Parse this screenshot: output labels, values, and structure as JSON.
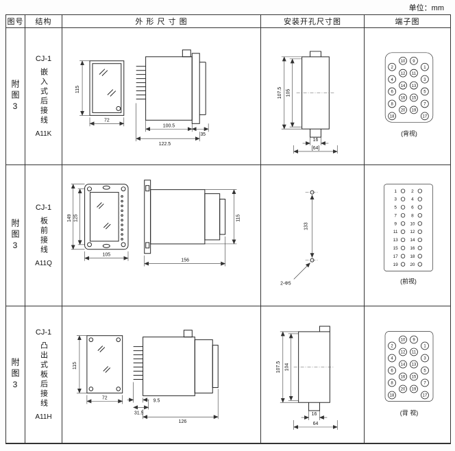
{
  "unit_label": "单位：mm",
  "headers": {
    "fig_no": "图号",
    "structure": "结构",
    "outline": "外 形 尺 寸 图",
    "mounting": "安装开孔尺寸图",
    "terminal": "端子图"
  },
  "rows": [
    {
      "fig_no": "附图3",
      "model": "CJ-1",
      "structure": "嵌入式后接线",
      "code": "A11K",
      "outline": {
        "front_h": "115",
        "front_w": "72",
        "body_d": "100.5",
        "flange_d": "35",
        "total_d": "122.5"
      },
      "mounting": {
        "outer_h": "107.5",
        "inner_h": "105",
        "notch_w": "16",
        "width": "[64]"
      },
      "terminal_caption": "(背视)"
    },
    {
      "fig_no": "附图3",
      "model": "CJ-1",
      "structure": "板前接线",
      "code": "A11Q",
      "outline": {
        "front_h": "149",
        "inner_h": "125",
        "front_w": "105",
        "body_d": "156",
        "side_h": "115"
      },
      "mounting": {
        "hole_span": "133",
        "hole_note": "2-Φ5"
      },
      "terminal_caption": "(前视)"
    },
    {
      "fig_no": "附图3",
      "model": "CJ-1",
      "structure": "凸出式板后接线",
      "code": "A11H",
      "outline": {
        "front_h": "115",
        "front_w": "72",
        "pin_d": "9.5",
        "offset_d": "31.5",
        "body_d": "126"
      },
      "mounting": {
        "outer_h": "107.5",
        "inner_h": "104",
        "notch_w": "16",
        "width": "64"
      },
      "terminal_caption": "(背 视)"
    }
  ],
  "terminal_layouts": {
    "rear_columns": [
      [
        2,
        4,
        6,
        8,
        18
      ],
      [
        10,
        12,
        14,
        16,
        20
      ],
      [
        9,
        11,
        13,
        15,
        19
      ],
      [
        1,
        3,
        5,
        7,
        17
      ]
    ],
    "front_pairs": [
      [
        1,
        2
      ],
      [
        3,
        4
      ],
      [
        5,
        6
      ],
      [
        7,
        8
      ],
      [
        9,
        10
      ],
      [
        11,
        12
      ],
      [
        13,
        14
      ],
      [
        15,
        16
      ],
      [
        17,
        18
      ],
      [
        19,
        20
      ]
    ]
  }
}
